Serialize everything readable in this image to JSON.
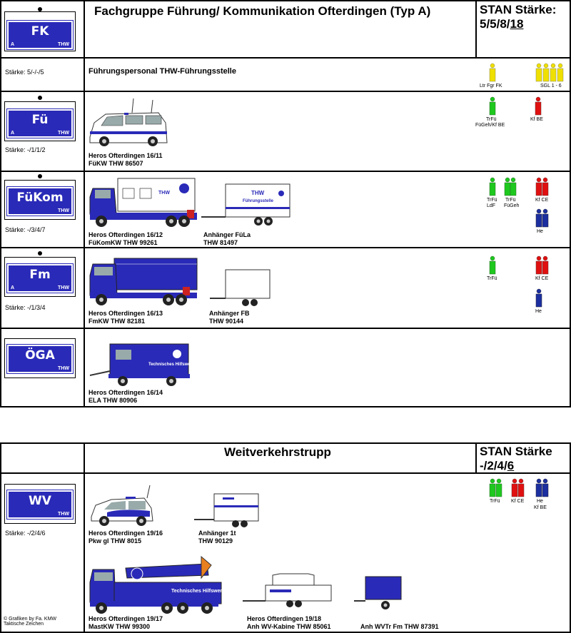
{
  "section1": {
    "title": "Fachgruppe Führung/ Kommunikation Ofterdingen (Typ A)",
    "stan_label": "STAN Stärke:",
    "stan_value_prefix": "5/5/8/",
    "stan_value_total": "18",
    "fk": {
      "tag": "FK",
      "tag_left": "A",
      "tag_right": "THW"
    },
    "fuehrung": {
      "strength": "Stärke: 5/-/-/5",
      "label": "Führungspersonal THW-Führungsstelle",
      "p1": "Ltr Fgr FK",
      "p2": "SGL 1 - 6"
    },
    "fue": {
      "tag": "Fü",
      "tag_left": "A",
      "tag_right": "THW",
      "strength": "Stärke: -/1/1/2",
      "cap1": "Heros Ofterdingen 16/11",
      "cap2": "FüKW  THW 86507",
      "p1": "TrFü",
      "p1b": "FüGeh/Kf BE",
      "p2": "Kf BE"
    },
    "fuekom": {
      "tag": "FüKom",
      "tag_right": "THW",
      "strength": "Stärke: -/3/4/7",
      "cap1": "Heros Ofterdingen 16/12",
      "cap2": "FüKomKW  THW 99261",
      "trailer1": "Anhänger FüLa",
      "trailer2": "THW 81497",
      "p1": "TrFü",
      "p1b": "LdF",
      "p2": "TrFü",
      "p2b": "FüGeh",
      "p3": "Kf CE",
      "p4": "He",
      "truck_text": "THW",
      "trailer_text1": "THW",
      "trailer_text2": "Führungsstelle"
    },
    "fm": {
      "tag": "Fm",
      "tag_left": "A",
      "tag_right": "THW",
      "strength": "Stärke: -/1/3/4",
      "cap1": "Heros Ofterdingen 16/13",
      "cap2": "FmKW  THW 82181",
      "trailer1": "Anhänger FB",
      "trailer2": "THW 90144",
      "p1": "TrFü",
      "p2": "Kf CE",
      "p3": "He"
    },
    "oega": {
      "tag": "ÖGA",
      "tag_right": "THW",
      "cap1": "Heros Ofterdingen 16/14",
      "cap2": "ELA  THW 80906",
      "body_text": "Technisches Hilfswerk"
    }
  },
  "section2": {
    "title": "Weitverkehrstrupp",
    "stan_label": "STAN Stärke",
    "stan_value_prefix": "-/2/4/",
    "stan_value_total": "6",
    "wv": {
      "tag": "WV",
      "tag_right": "THW",
      "strength": "Stärke: -/2/4/6"
    },
    "pkw": {
      "cap1": "Heros Ofterdingen 19/16",
      "cap2": "Pkw gl  THW 8015"
    },
    "anh1": {
      "cap1": "Anhänger 1t",
      "cap2": "THW 90129"
    },
    "mast": {
      "cap1": "Heros Ofterdingen 19/17",
      "cap2": "MastKW  THW 99300",
      "body_text": "Technisches Hilfswerk"
    },
    "kabine": {
      "cap1": "Heros Ofterdingen 19/18",
      "cap2": "Anh WV-Kabine  THW 85061"
    },
    "wvtr": {
      "cap1": "Anh WVTr Fm  THW 87391"
    },
    "p1": "TrFü",
    "p2": "Kf CE",
    "p3": "He",
    "p3b": "Kf BE",
    "credit1": "© Grafiken by Fa. KMW",
    "credit2": "Taktische Zeichen"
  },
  "colors": {
    "thw_blue": "#2a2ab8",
    "green": "#1ec81e",
    "yellow": "#f0e000",
    "red": "#e01010",
    "navy": "#1c2fa0"
  }
}
